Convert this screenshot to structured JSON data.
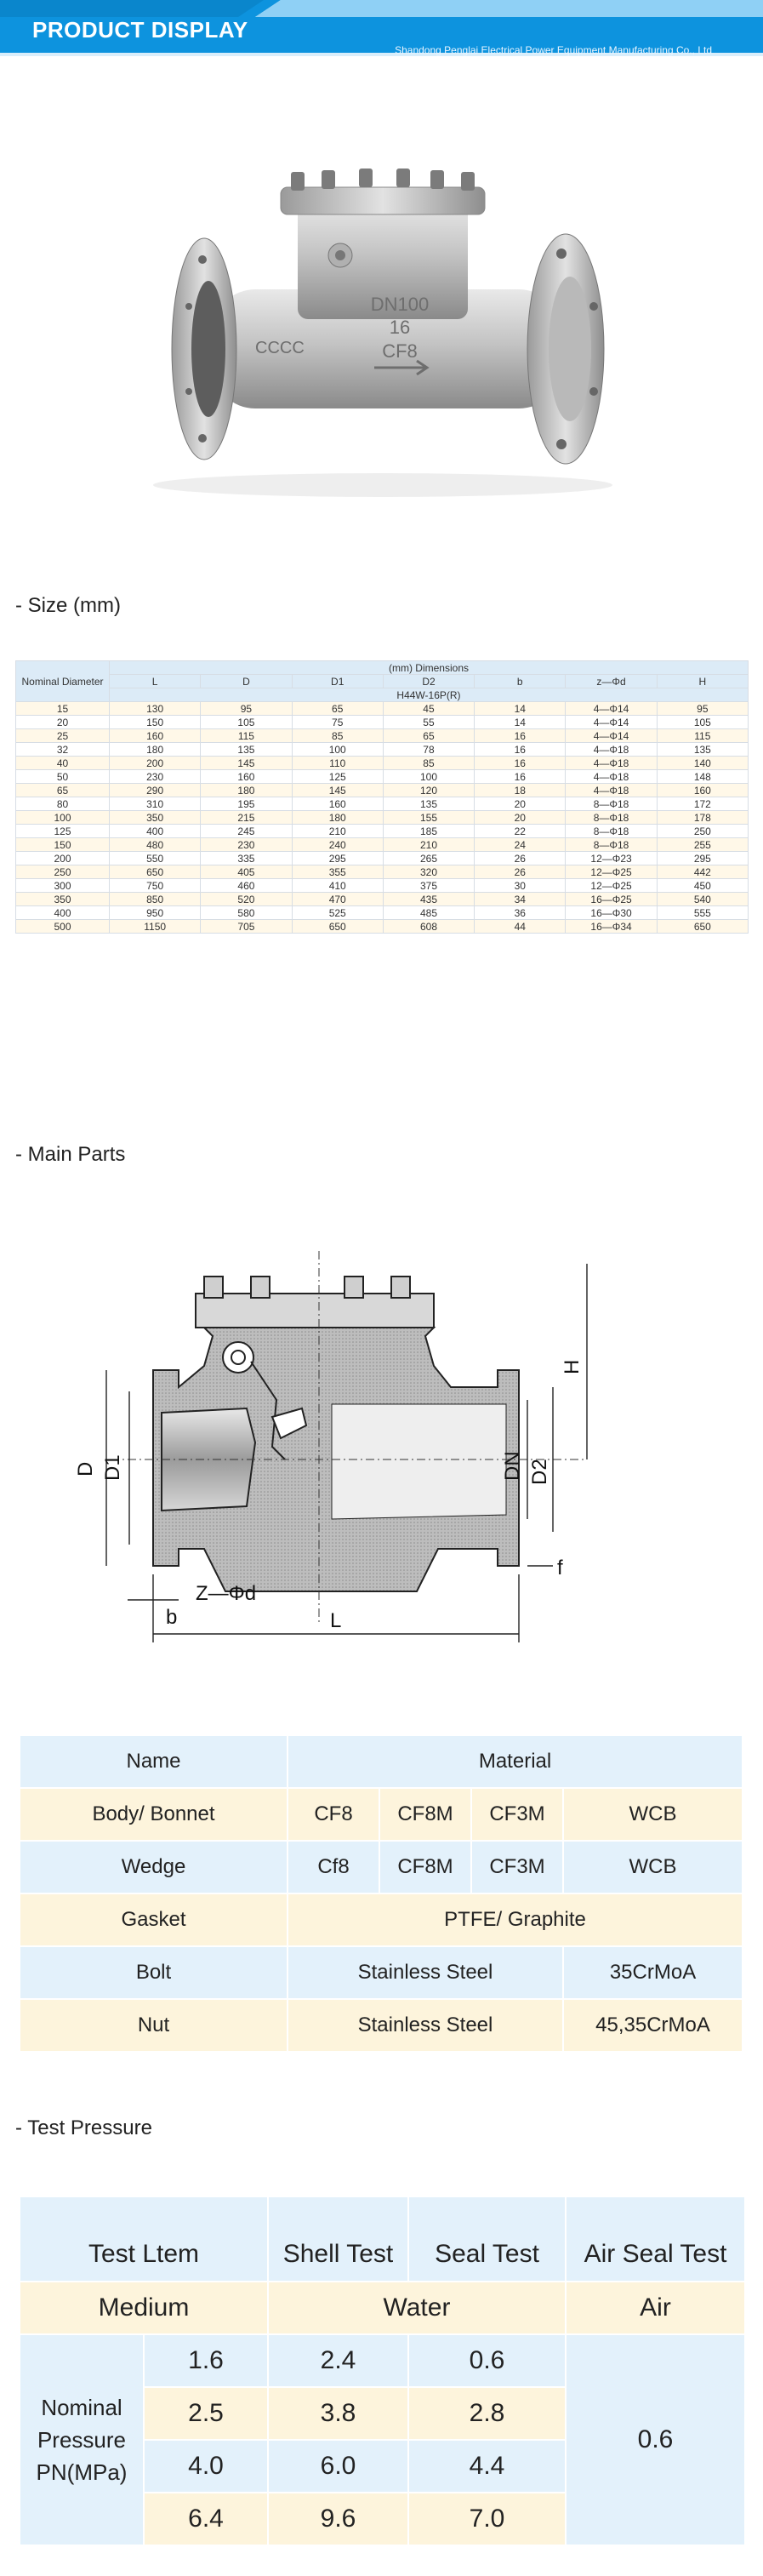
{
  "banner": {
    "title": "PRODUCT DISPLAY",
    "company": "Shandong Penglai Electrical Power Equipment Manufacturing Co., Ltd",
    "color_primary": "#0d93de",
    "color_light": "#8fd0f5"
  },
  "product_image": {
    "marking_1": "DN100",
    "marking_2": "16",
    "marking_3": "CF8",
    "marking_side": "CCCC"
  },
  "sections": {
    "size": "- Size (mm)",
    "main_parts": "- Main Parts",
    "test_pressure": "- Test Pressure"
  },
  "size_table": {
    "nominal_header": "Nominal Diameter",
    "dimensions_header": "(mm) Dimensions",
    "model": "H44W-16P(R)",
    "columns": [
      "L",
      "D",
      "D1",
      "D2",
      "b",
      "z—Φd",
      "H"
    ],
    "rows": [
      [
        "15",
        "130",
        "95",
        "65",
        "45",
        "14",
        "4—Φ14",
        "95"
      ],
      [
        "20",
        "150",
        "105",
        "75",
        "55",
        "14",
        "4—Φ14",
        "105"
      ],
      [
        "25",
        "160",
        "115",
        "85",
        "65",
        "16",
        "4—Φ14",
        "115"
      ],
      [
        "32",
        "180",
        "135",
        "100",
        "78",
        "16",
        "4—Φ18",
        "135"
      ],
      [
        "40",
        "200",
        "145",
        "110",
        "85",
        "16",
        "4—Φ18",
        "140"
      ],
      [
        "50",
        "230",
        "160",
        "125",
        "100",
        "16",
        "4—Φ18",
        "148"
      ],
      [
        "65",
        "290",
        "180",
        "145",
        "120",
        "18",
        "4—Φ18",
        "160"
      ],
      [
        "80",
        "310",
        "195",
        "160",
        "135",
        "20",
        "8—Φ18",
        "172"
      ],
      [
        "100",
        "350",
        "215",
        "180",
        "155",
        "20",
        "8—Φ18",
        "178"
      ],
      [
        "125",
        "400",
        "245",
        "210",
        "185",
        "22",
        "8—Φ18",
        "250"
      ],
      [
        "150",
        "480",
        "230",
        "240",
        "210",
        "24",
        "8—Φ18",
        "255"
      ],
      [
        "200",
        "550",
        "335",
        "295",
        "265",
        "26",
        "12—Φ23",
        "295"
      ],
      [
        "250",
        "650",
        "405",
        "355",
        "320",
        "26",
        "12—Φ25",
        "442"
      ],
      [
        "300",
        "750",
        "460",
        "410",
        "375",
        "30",
        "12—Φ25",
        "450"
      ],
      [
        "350",
        "850",
        "520",
        "470",
        "435",
        "34",
        "16—Φ25",
        "540"
      ],
      [
        "400",
        "950",
        "580",
        "525",
        "485",
        "36",
        "16—Φ30",
        "555"
      ],
      [
        "500",
        "1150",
        "705",
        "650",
        "608",
        "44",
        "16—Φ34",
        "650"
      ]
    ]
  },
  "drawing": {
    "label_D": "D",
    "label_D1": "D1",
    "label_DN": "DN",
    "label_D2": "D2",
    "label_H": "H",
    "label_L": "L",
    "label_b": "b",
    "label_f": "f",
    "label_z": "Z—Φd"
  },
  "material_table": {
    "header_name": "Name",
    "header_material": "Material",
    "body": {
      "name": "Body/ Bonnet",
      "m1": "CF8",
      "m2": "CF8M",
      "m3": "CF3M",
      "m4": "WCB"
    },
    "wedge": {
      "name": "Wedge",
      "m1": "Cf8",
      "m2": "CF8M",
      "m3": "CF3M",
      "m4": "WCB"
    },
    "gasket": {
      "name": "Gasket",
      "material": "PTFE/ Graphite"
    },
    "bolt": {
      "name": "Bolt",
      "m1": "Stainless Steel",
      "m2": "35CrMoA"
    },
    "nut": {
      "name": "Nut",
      "m1": "Stainless Steel",
      "m2": "45,35CrMoA"
    }
  },
  "pressure_table": {
    "h_item": "Test Ltem",
    "h_shell": "Shell Test",
    "h_seal": "Seal Test",
    "h_air": "Air Seal Test",
    "medium": "Medium",
    "water": "Water",
    "air": "Air",
    "nominal_1": "Nominal",
    "nominal_2": "Pressure",
    "nominal_3": "PN(MPa)",
    "air_value": "0.6",
    "rows": [
      {
        "pn": "1.6",
        "shell": "2.4",
        "seal": "0.6"
      },
      {
        "pn": "2.5",
        "shell": "3.8",
        "seal": "2.8"
      },
      {
        "pn": "4.0",
        "shell": "6.0",
        "seal": "4.4"
      },
      {
        "pn": "6.4",
        "shell": "9.6",
        "seal": "7.0"
      }
    ]
  }
}
